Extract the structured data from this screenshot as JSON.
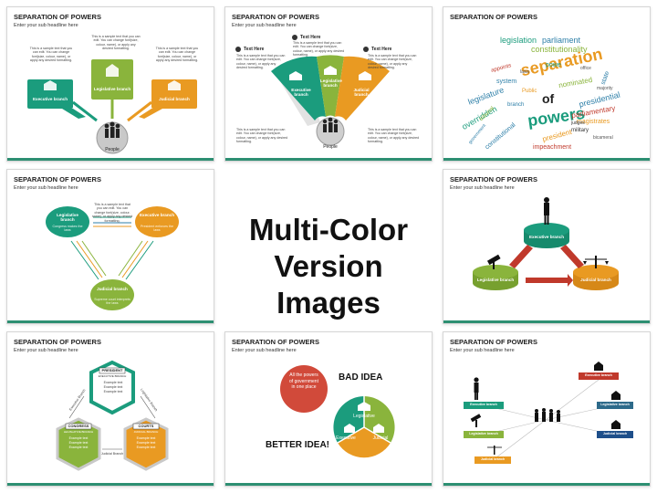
{
  "collage": {
    "center_title": [
      "Multi-Color",
      "Version Images"
    ]
  },
  "common": {
    "slide_title": "SEPARATION OF POWERS",
    "slide_subtitle": "Enter your sub headline here",
    "sample_text": "This is a sample text that you can edit. You can change font(size, colour, name), or apply any desired formatting."
  },
  "slide1": {
    "boxes": [
      "Executive branch",
      "Legislative branch",
      "Judicial branch"
    ],
    "center": "People",
    "colors": [
      "#1b9c7d",
      "#8ab43c",
      "#e99a22"
    ]
  },
  "slide2": {
    "text_here": [
      "Text Here",
      "Text Here",
      "Text Here"
    ],
    "segments": [
      "Executive branch",
      "Legislative branch",
      "Judicial branch"
    ],
    "center": "People"
  },
  "slide3": {
    "words": [
      "legislation",
      "parliament",
      "constitutionality",
      "separation",
      "powers",
      "of",
      "legislature",
      "appoints",
      "system",
      "nominated",
      "Public",
      "state",
      "presidential",
      "parliamentary",
      "magistrates",
      "overridden",
      "tribunal",
      "branch",
      "bicameral",
      "government",
      "impeachment",
      "president",
      "military",
      "judges",
      "constitutional",
      "majority",
      "office",
      "powe",
      "laws"
    ]
  },
  "slide4": {
    "nodes": [
      "Legislative branch",
      "Executive branch",
      "Judicial branch"
    ],
    "node_sub": [
      "Congress makes the laws",
      "President enforces the laws",
      "Supreme court interprets the laws"
    ]
  },
  "slide5": {
    "tiers": [
      "Executive branch",
      "Legislative branch",
      "Judicial branch"
    ]
  },
  "slide6": {
    "hexes": [
      "PRESIDENT",
      "CONGRESS",
      "COURTS"
    ],
    "hex_sub": [
      "EXECUTIVE BRANCH",
      "LEGISLATIVE BRANCH",
      "JUDICIAL BRANCH"
    ],
    "items": [
      "Example text",
      "Example text",
      "Example text"
    ],
    "side_labels": [
      "Executive Branch",
      "Legislative Branch",
      "Judicial Branch"
    ]
  },
  "slide7": {
    "bad_circle": "All the powers of government in one place",
    "bad": "BAD IDEA",
    "better": "BETTER IDEA!",
    "pie": [
      "Legislative",
      "Executive",
      "Judicial"
    ]
  },
  "slide8": {
    "boxes": [
      "Executive branch",
      "Legislative branch",
      "Judicial branch",
      "Executive branch",
      "Legislative branch",
      "Judicial branch"
    ]
  }
}
